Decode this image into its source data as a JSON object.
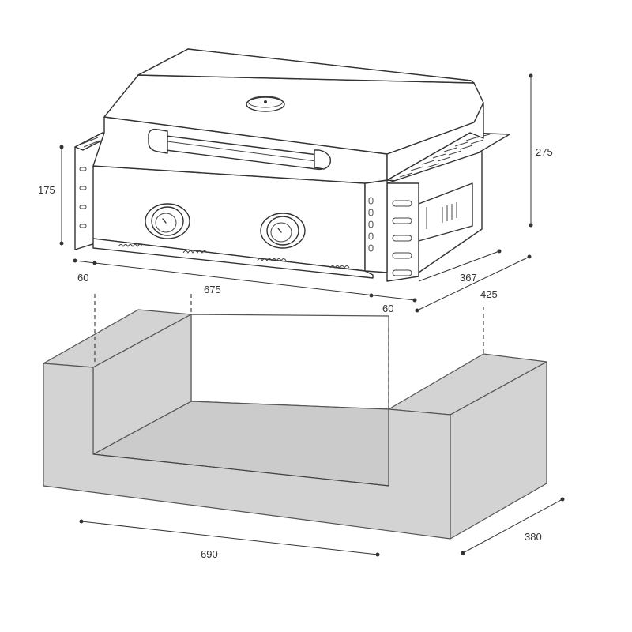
{
  "dimensions": {
    "grill_height": "275",
    "panel_height": "175",
    "side_flange_left": "60",
    "grill_width": "675",
    "side_flange_right": "60",
    "grill_depth": "367",
    "overall_depth": "425",
    "cutout_width": "690",
    "cutout_depth": "380"
  }
}
